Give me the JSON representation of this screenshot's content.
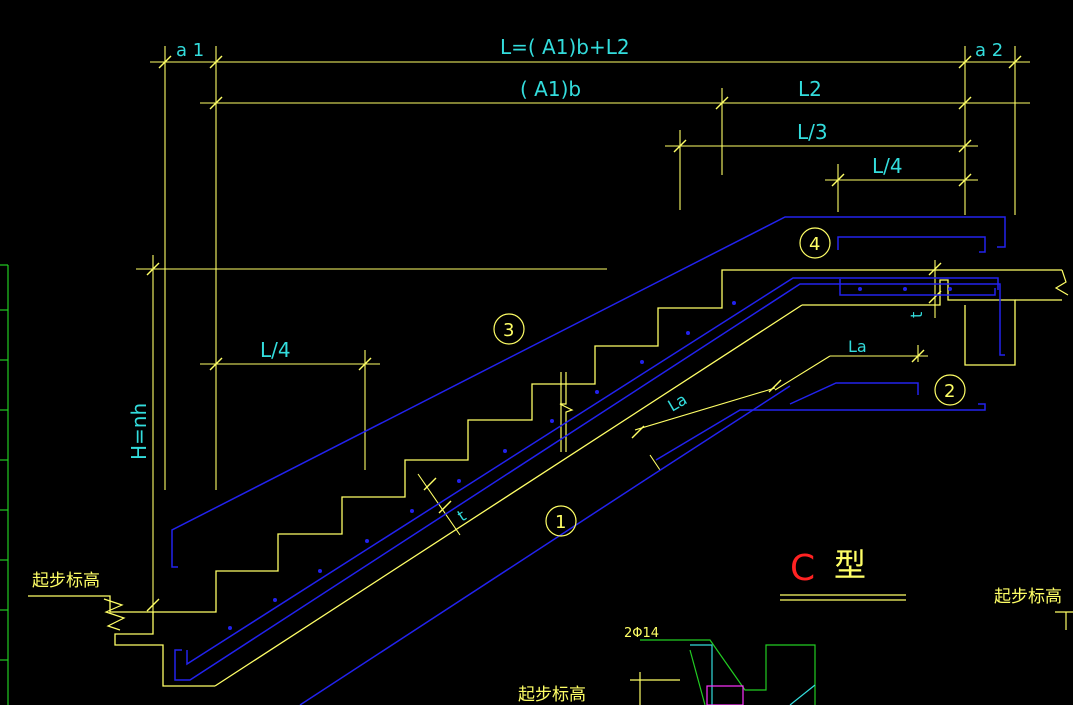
{
  "title": {
    "letter": "C",
    "suffix": "型"
  },
  "dimensions": {
    "a1": "a 1",
    "a2": "a 2",
    "total_length": "L=( A1)b+L2",
    "flight_length": "( A1)b",
    "l2": "L2",
    "l3": "L/3",
    "l4_top": "L/4",
    "l4_left": "L/4",
    "height": "H=nh",
    "la_upper": "La",
    "la_lower": "La",
    "t_slab": "t",
    "t_landing": "t"
  },
  "bar_marks": [
    "1",
    "2",
    "3",
    "4"
  ],
  "labels": {
    "start_elev_left": "起步标高",
    "start_elev_right": "起步标高",
    "start_elev_bottom": "起步标高",
    "rebar_spec": "2Φ14"
  },
  "colors": {
    "background": "#000000",
    "dimension": "#ffff66",
    "text_cyan": "#33dddd",
    "rebar_blue": "#2222ee",
    "green": "#22cc22",
    "red_letter": "#ff2222",
    "magenta": "#ff33ff"
  }
}
